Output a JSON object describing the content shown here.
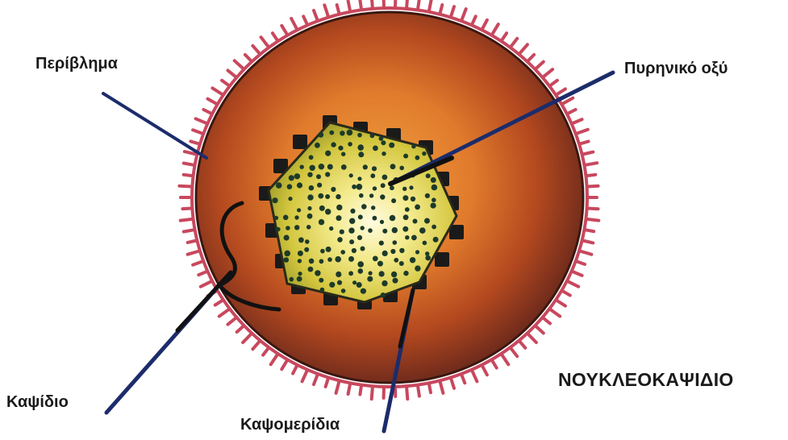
{
  "labels": {
    "envelope": "Περίβλημα",
    "nucleic_acid": "Πυρηνικό οξύ",
    "capsid": "Καψίδιο",
    "capsomeres": "Καψομερίδια",
    "nucleocapsid": "ΝΟΥΚΛΕΟΚΑΨΙΔΙΟ"
  },
  "colors": {
    "envelope_outline": "#c8485e",
    "envelope_fill_outer": "#7a2e1f",
    "envelope_fill_mid": "#c45a26",
    "envelope_fill_inner": "#e8892f",
    "capsid_fill_center": "#fbf6c4",
    "capsid_fill_edge": "#c9c23a",
    "capsid_outline": "#2a2a1a",
    "capsomere_block": "#1a1a1a",
    "dot": "#1d3a2a",
    "pointer_line": "#1c2c6b"
  }
}
